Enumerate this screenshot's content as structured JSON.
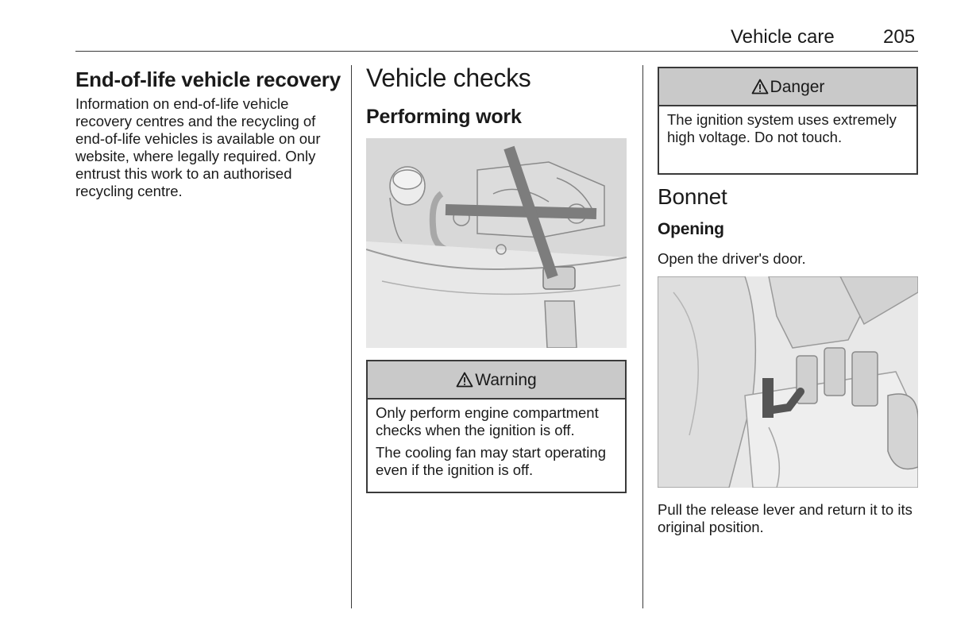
{
  "header": {
    "section": "Vehicle care",
    "page_number": "205"
  },
  "col1": {
    "heading": "End-of-life vehicle recovery",
    "body": "Information on end-of-life vehicle recovery centres and the recycling of end-of-life vehicles is available on our website, where legally required. Only entrust this work to an authorised recycling centre."
  },
  "col2": {
    "heading": "Vehicle checks",
    "subheading": "Performing work",
    "figure_icon": "engine-compartment-crossed-illustration",
    "warning": {
      "icon": "warning-triangle-icon",
      "title": "Warning",
      "paragraphs": [
        "Only perform engine compartment checks when the ignition is off.",
        "The cooling fan may start operating even if the ignition is off."
      ]
    }
  },
  "col3": {
    "danger": {
      "icon": "warning-triangle-icon",
      "title": "Danger",
      "body": "The ignition system uses extremely high voltage. Do not touch."
    },
    "heading": "Bonnet",
    "subheading": "Opening",
    "step1": "Open the driver's door.",
    "figure_icon": "bonnet-release-lever-illustration",
    "step2": "Pull the release lever and return it to its original position."
  },
  "colors": {
    "notice_header_bg": "#c9c9c9",
    "rule": "#3a3a3a",
    "illustration_bg": "#e4e4e4"
  }
}
